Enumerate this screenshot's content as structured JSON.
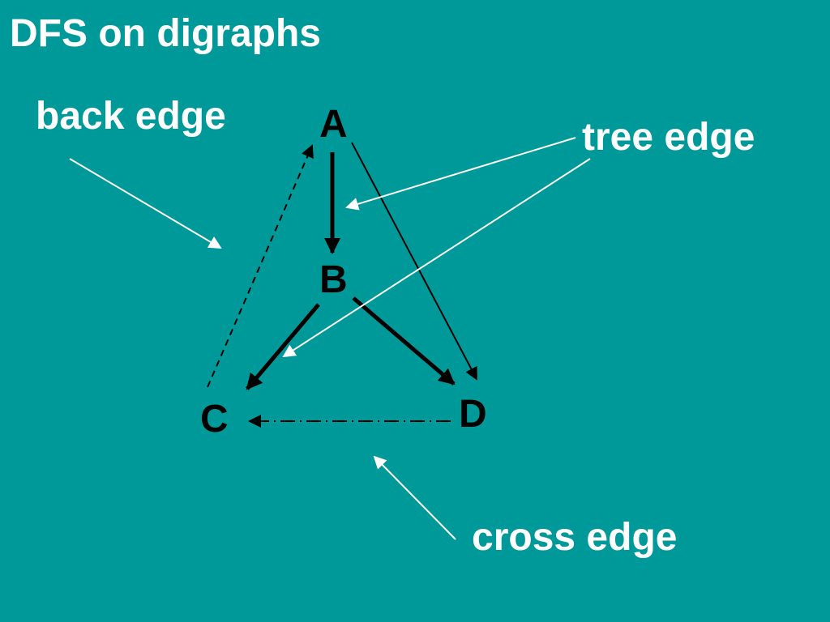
{
  "slide": {
    "title": "DFS on digraphs",
    "background_color": "#009999"
  },
  "nodes": {
    "a": "A",
    "b": "B",
    "c": "C",
    "d": "D"
  },
  "labels": {
    "back_edge": "back edge",
    "tree_edge": "tree edge",
    "cross_edge": "cross edge"
  },
  "edges": [
    {
      "from": "A",
      "to": "B",
      "style": "thick-solid"
    },
    {
      "from": "B",
      "to": "C",
      "style": "thick-solid"
    },
    {
      "from": "B",
      "to": "D",
      "style": "thick-solid"
    },
    {
      "from": "A",
      "to": "D",
      "style": "thin-solid"
    },
    {
      "from": "C",
      "to": "A",
      "style": "dashed"
    },
    {
      "from": "D",
      "to": "C",
      "style": "dash-dot"
    }
  ],
  "colors": {
    "label_text": "#ffffff",
    "node_text": "#000000",
    "edges": "#000000",
    "pointers": "#ffffff"
  }
}
